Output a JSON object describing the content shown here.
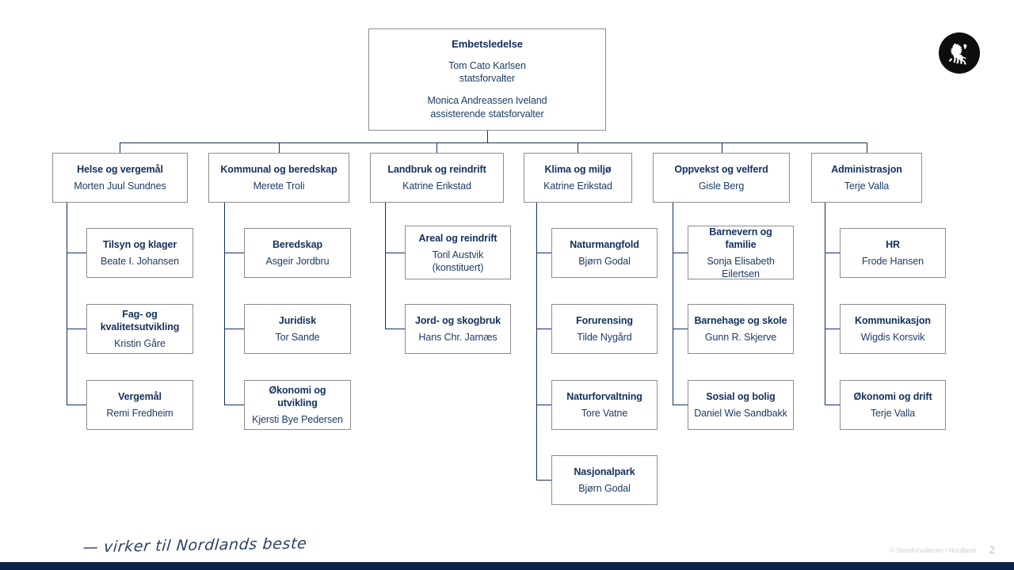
{
  "slide": {
    "page_number": "2",
    "copyright": "© Statsforvalteren i Nordland",
    "tagline": "— virker til Nordlands beste",
    "logo_name": "norwegian-lion-coat-of-arms"
  },
  "colors": {
    "text_navy": "#13305c",
    "box_border": "#8d8d8d",
    "connector": "#13305c",
    "bottom_bar": "#0a2248",
    "footer_text": "#c9cfda"
  },
  "org": {
    "root": {
      "title": "Embetsledelse",
      "people": [
        {
          "name": "Tom Cato Karlsen",
          "role": "statsforvalter"
        },
        {
          "name": "Monica Andreassen Iveland",
          "role": "assisterende statsforvalter"
        }
      ]
    },
    "departments": [
      {
        "title": "Helse og vergemål",
        "leader": "Morten Juul Sundnes",
        "units": [
          {
            "title": "Tilsyn og klager",
            "leader": "Beate I. Johansen",
            "note": ""
          },
          {
            "title": "Fag- og kvalitetsutvikling",
            "leader": "Kristin Gåre",
            "note": ""
          },
          {
            "title": "Vergemål",
            "leader": "Remi Fredheim",
            "note": ""
          }
        ]
      },
      {
        "title": "Kommunal og beredskap",
        "leader": "Merete Troli",
        "units": [
          {
            "title": "Beredskap",
            "leader": "Asgeir Jordbru",
            "note": ""
          },
          {
            "title": "Juridisk",
            "leader": "Tor Sande",
            "note": ""
          },
          {
            "title": "Økonomi og utvikling",
            "leader": "Kjersti Bye Pedersen",
            "note": ""
          }
        ]
      },
      {
        "title": "Landbruk og reindrift",
        "leader": "Katrine Erikstad",
        "units": [
          {
            "title": "Areal og reindrift",
            "leader": "Toril Austvik",
            "note": "(konstituert)"
          },
          {
            "title": "Jord- og skogbruk",
            "leader": "Hans Chr. Jarnæs",
            "note": ""
          }
        ]
      },
      {
        "title": "Klima og miljø",
        "leader": "Katrine Erikstad",
        "units": [
          {
            "title": "Naturmangfold",
            "leader": "Bjørn Godal",
            "note": ""
          },
          {
            "title": "Forurensing",
            "leader": "Tilde Nygård",
            "note": ""
          },
          {
            "title": "Naturforvaltning",
            "leader": "Tore Vatne",
            "note": ""
          },
          {
            "title": "Nasjonalpark",
            "leader": "Bjørn Godal",
            "note": ""
          }
        ]
      },
      {
        "title": "Oppvekst og velferd",
        "leader": "Gisle Berg",
        "units": [
          {
            "title": "Barnevern og familie",
            "leader": "Sonja Elisabeth Eilertsen",
            "note": ""
          },
          {
            "title": "Barnehage og skole",
            "leader": "Gunn R. Skjerve",
            "note": ""
          },
          {
            "title": "Sosial og bolig",
            "leader": "Daniel Wie Sandbakk",
            "note": ""
          }
        ]
      },
      {
        "title": "Administrasjon",
        "leader": "Terje Valla",
        "units": [
          {
            "title": "HR",
            "leader": "Frode Hansen",
            "note": ""
          },
          {
            "title": "Kommunikasjon",
            "leader": "Wigdis Korsvik",
            "note": ""
          },
          {
            "title": "Økonomi og drift",
            "leader": "Terje Valla",
            "note": ""
          }
        ]
      }
    ]
  }
}
